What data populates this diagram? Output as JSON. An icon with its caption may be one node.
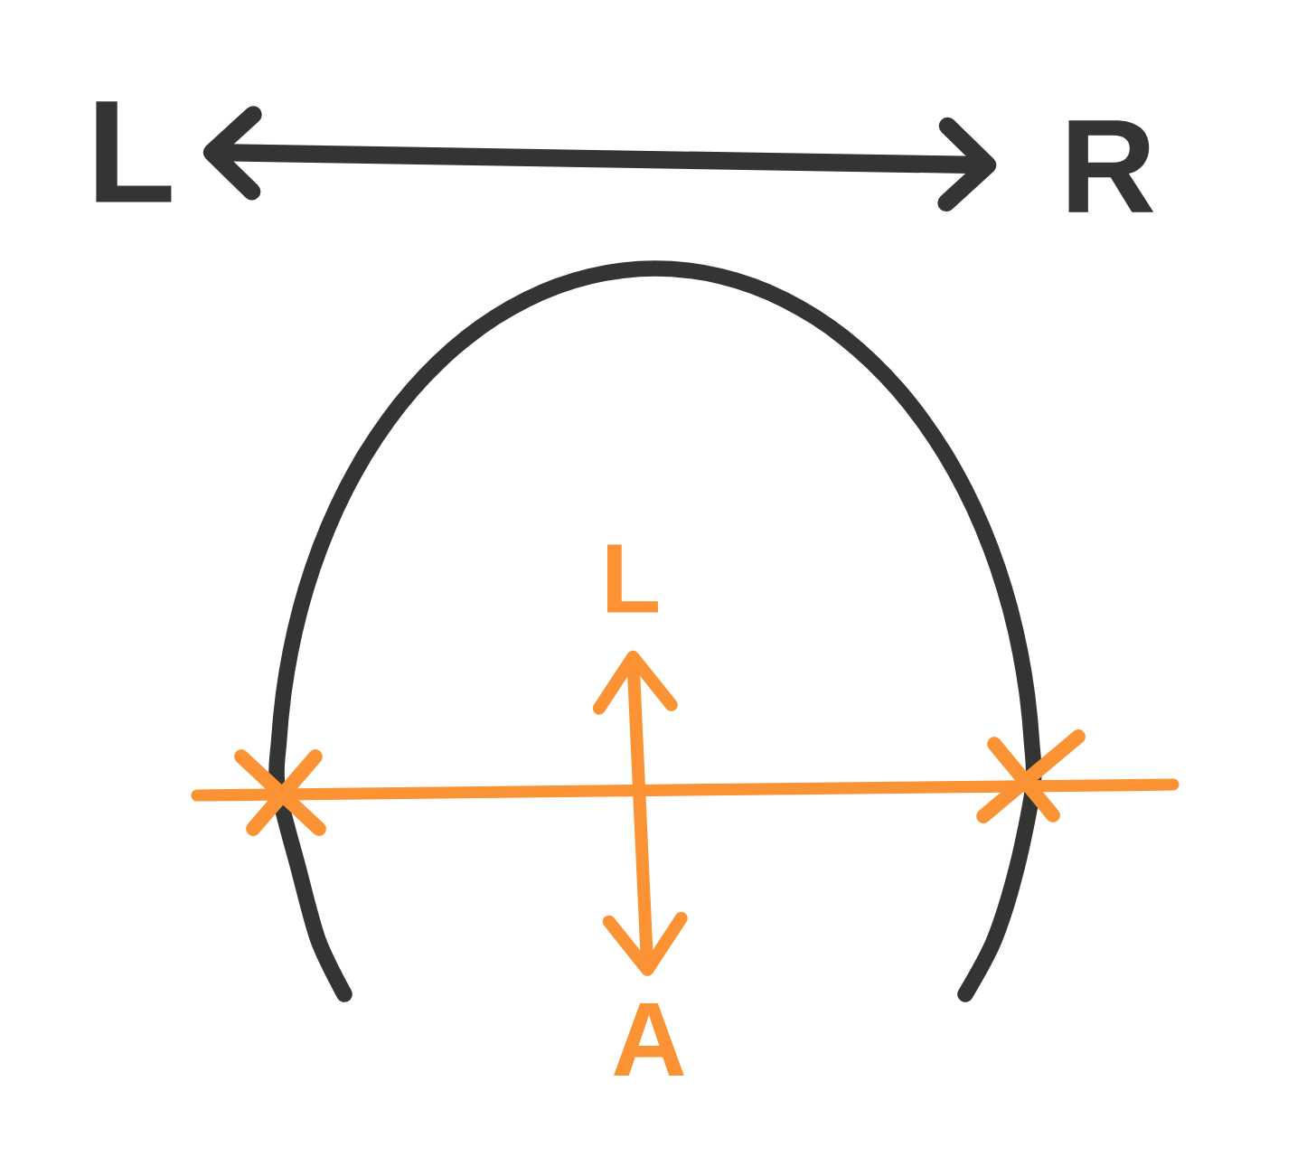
{
  "diagram": {
    "nodes": [
      {
        "text": [
          "L"
        ]
      },
      {
        "text": [
          "R"
        ]
      },
      {
        "text": [
          "L"
        ]
      },
      {
        "text": [
          "A"
        ]
      }
    ],
    "edges": [
      {
        "from": 0,
        "to": 1,
        "arrow": "both"
      },
      {
        "from": 2,
        "to": 3,
        "arrow": "both",
        "color": "#fb9234"
      }
    ]
  }
}
